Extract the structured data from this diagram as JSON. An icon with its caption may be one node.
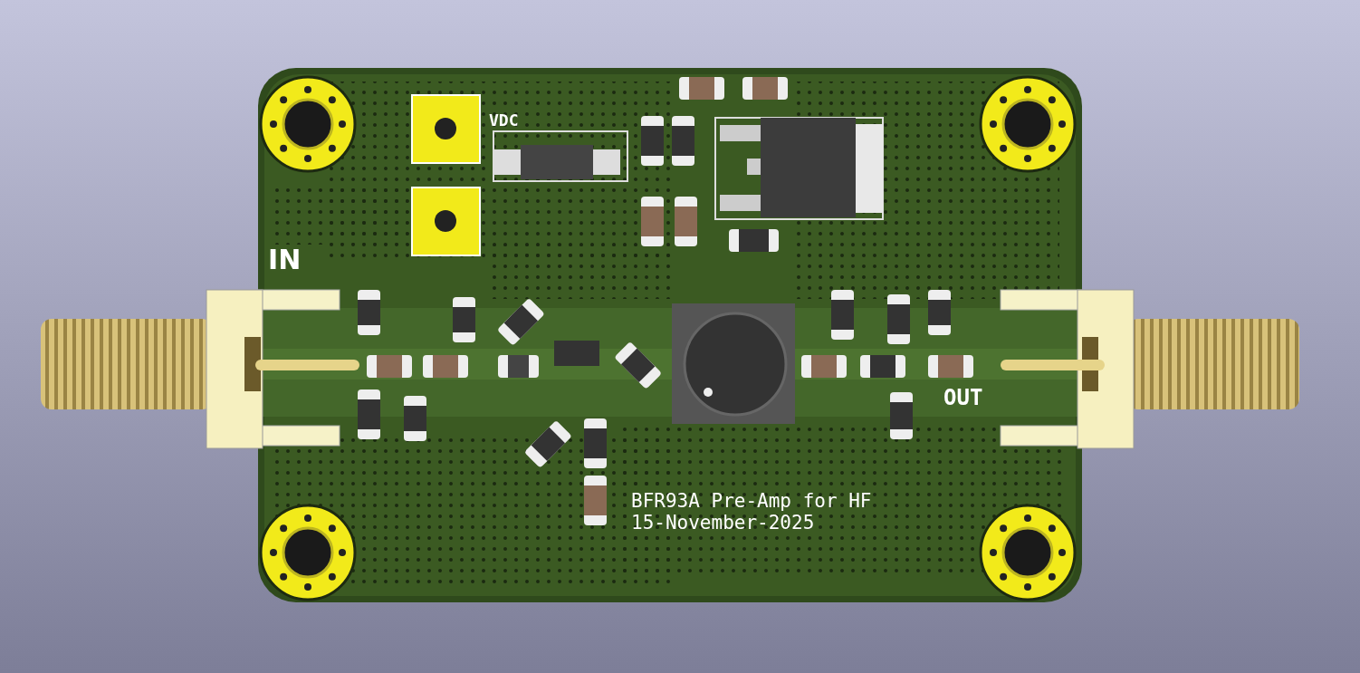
{
  "diagram": {
    "labels": [
      "VDC",
      "IN",
      "OUT",
      "BFR93A Pre-Amp for HF",
      "15-November-2025"
    ]
  }
}
